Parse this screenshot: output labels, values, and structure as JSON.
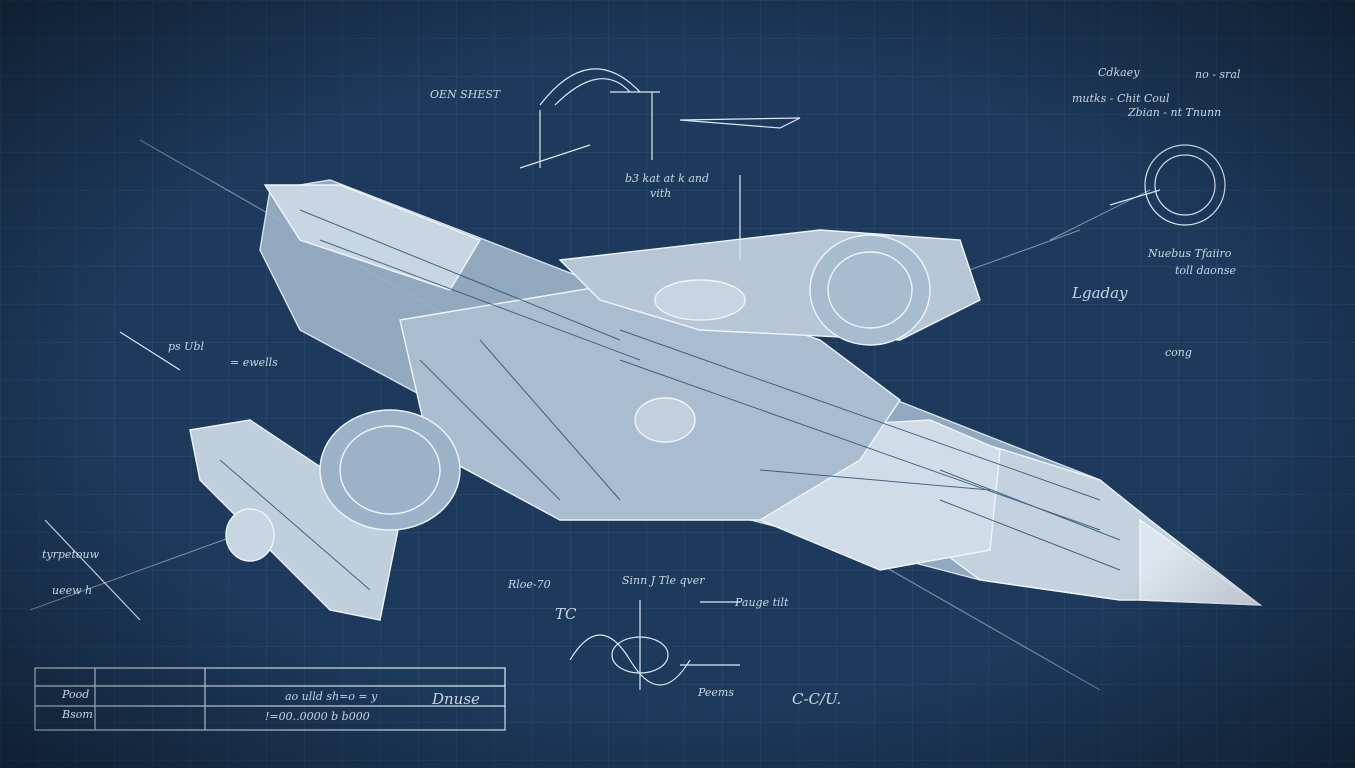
{
  "colors": {
    "background": "#1a3555",
    "grid": "#2c4c70",
    "ink": "#dce8f4",
    "hull_fill": "#b8c8d8"
  },
  "annotations": {
    "top_left": "OEN SHEST",
    "top_center_1": "b3 kat at k and",
    "top_center_2": "vith",
    "top_right_1": "Cdkaey",
    "top_right_2": "mutks - Chit Coul",
    "top_right_3": "Zbian - nt Tnunn",
    "top_right_4": "no - sral",
    "right_mid_1": "Lgaday",
    "right_mid_2": "Nuebus Tfaiiro",
    "right_mid_3": "toll daonse",
    "right_mid_4": "cong",
    "left_mid_1": "ps Ubl",
    "left_mid_2": "= ewells",
    "bottom_left_1": "tyrpetouw",
    "bottom_left_2": "ueew h",
    "bottom_center_1": "Rloe-70",
    "bottom_center_2": "Sinn J Tle qver",
    "bottom_center_3": "Pauge tilt",
    "bottom_center_4": "TC",
    "bottom_center_5": "Peems",
    "bottom_center_6": "C-C/U.",
    "bottom_table_1": "Pood",
    "bottom_table_2": "Bsom",
    "bottom_table_3": "Dnuse",
    "bottom_table_4": "ao ulld  sh=o  =  y",
    "bottom_table_5": "!=00..0000   b b000"
  }
}
